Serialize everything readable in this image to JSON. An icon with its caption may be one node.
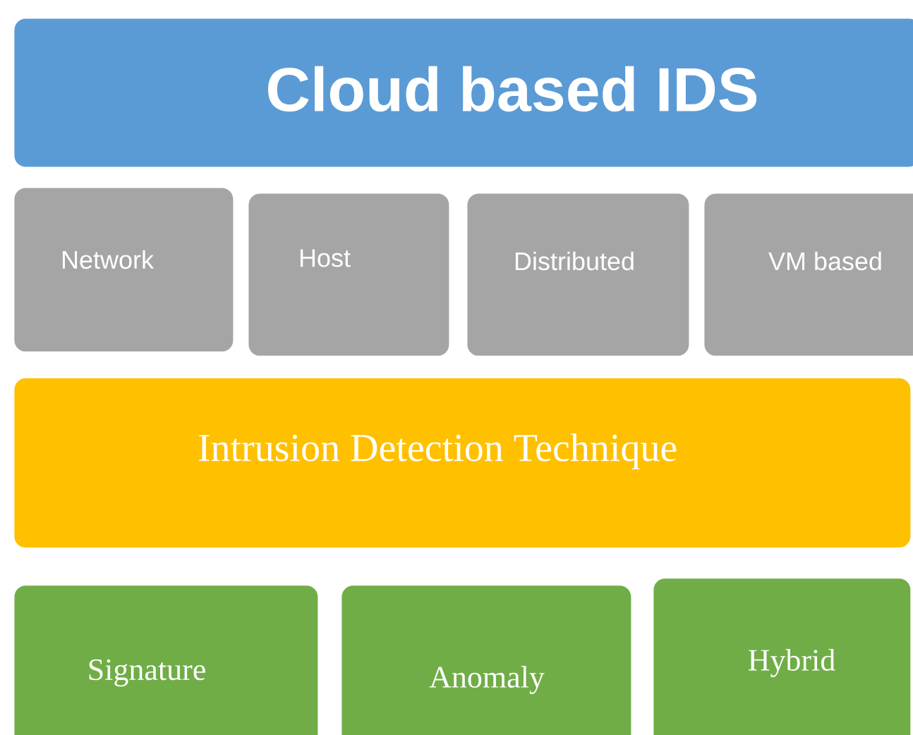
{
  "diagram": {
    "nodes": [
      {
        "text": [
          "Cloud based IDS"
        ]
      },
      {
        "text": [
          "Network"
        ]
      },
      {
        "text": [
          "Host"
        ]
      },
      {
        "text": [
          "Distributed"
        ]
      },
      {
        "text": [
          "VM based"
        ]
      },
      {
        "text": [
          "Intrusion Detection Technique"
        ]
      },
      {
        "text": [
          "Signature"
        ]
      },
      {
        "text": [
          "Anomaly"
        ]
      },
      {
        "text": [
          "Hybrid"
        ]
      }
    ]
  }
}
